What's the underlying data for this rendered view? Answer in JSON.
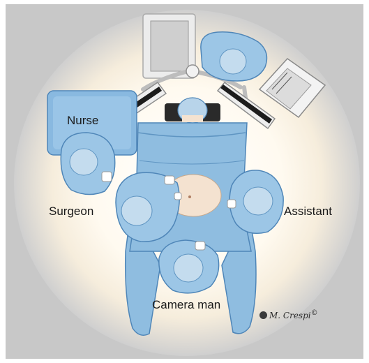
{
  "labels": {
    "nurse": "Nurse",
    "surgeon": "Surgeon",
    "assistant": "Assistant",
    "camera_man": "Camera man"
  },
  "signature": {
    "text": "M. Crespi",
    "mark": "©"
  },
  "colors": {
    "frame_gray": "#c9c9c9",
    "light_glow": "#fffdf7",
    "drape_blue": "#8fbde0",
    "drape_shadow": "#5f95c2",
    "scrub_blue": "#9cc6e6",
    "skin": "#f4e2d0",
    "monitor_frame": "#e9e9e9",
    "screen_dark": "#1c1c1c"
  }
}
